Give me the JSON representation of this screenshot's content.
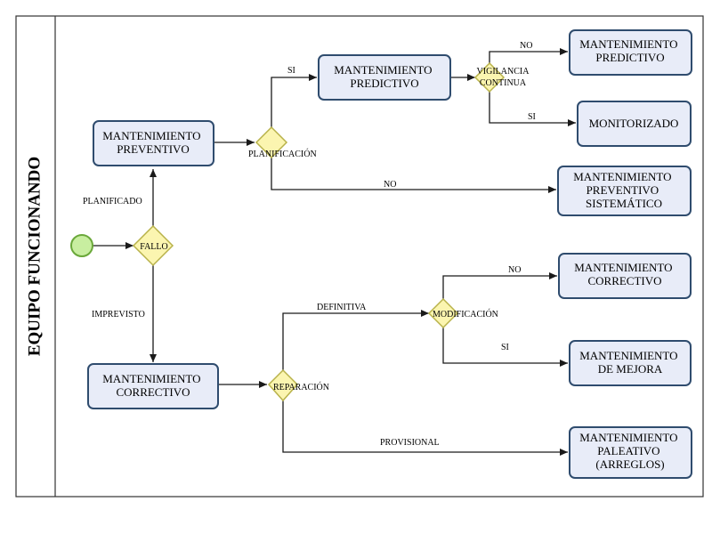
{
  "lane": {
    "title": "EQUIPO FUNCIONANDO"
  },
  "gateways": {
    "fallo": "FALLO",
    "planificacion": "PLANIFICACIÓN",
    "vigilancia": [
      "VIGILANCIA",
      "CONTINUA"
    ],
    "reparacion": "REPARACIÓN",
    "modificacion": "MODIFICACIÓN"
  },
  "tasks": {
    "preventivo": [
      "MANTENIMIENTO",
      "PREVENTIVO"
    ],
    "correctivo": [
      "MANTENIMIENTO",
      "CORRECTIVO"
    ],
    "predictivo_mid": [
      "MANTENIMIENTO",
      "PREDICTIVO"
    ],
    "predictivo_top": [
      "MANTENIMIENTO",
      "PREDICTIVO"
    ],
    "monitorizado": [
      "MONITORIZADO"
    ],
    "sistematico": [
      "MANTENIMIENTO",
      "PREVENTIVO",
      "SISTEMÁTICO"
    ],
    "correctivo_right": [
      "MANTENIMIENTO",
      "CORRECTIVO"
    ],
    "mejora": [
      "MANTENIMIENTO",
      "DE MEJORA"
    ],
    "paleativo": [
      "MANTENIMIENTO",
      "PALEATIVO",
      "(ARREGLOS)"
    ]
  },
  "edge_labels": {
    "planificado": "PLANIFICADO",
    "imprevisto": "IMPREVISTO",
    "si_predictivo": "SI",
    "no_sistematico": "NO",
    "no_predictivo": "NO",
    "si_monitorizado": "SI",
    "definitiva": "DEFINITIVA",
    "provisional": "PROVISIONAL",
    "no_correctivo": "NO",
    "si_mejora": "SI"
  }
}
